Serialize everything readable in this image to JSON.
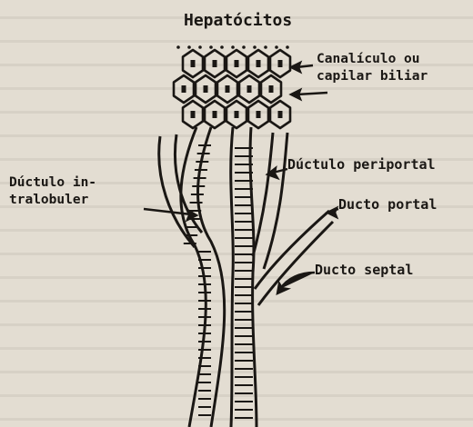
{
  "figure": {
    "title": "Hepatócitos",
    "labels": {
      "canaliculo_line1": "Canalículo ou",
      "canaliculo_line2": "capilar biliar",
      "ductulo_intra_line1": "Dúctulo in-",
      "ductulo_intra_line2": "tralobuler",
      "ductulo_periportal": "Dúctulo periportal",
      "ducto_portal": "Ducto portal",
      "ducto_septal": "Ducto septal"
    }
  },
  "colors": {
    "paper": "#e3ddd2",
    "ink": "#1a1714"
  }
}
